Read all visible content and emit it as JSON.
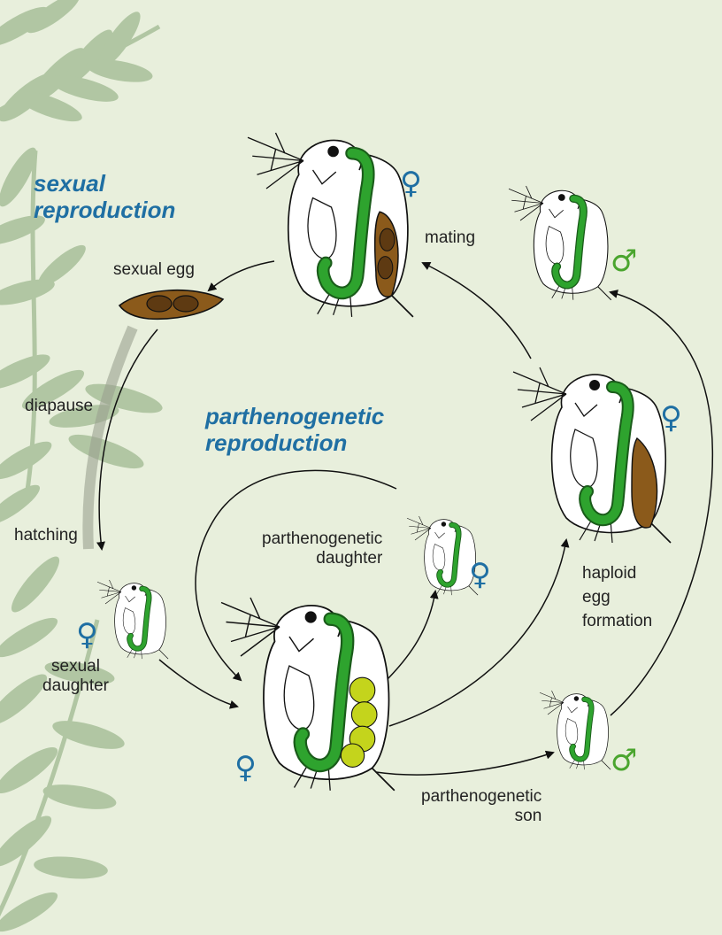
{
  "colors": {
    "background": "#e8efdc",
    "fern": "#a8c09a",
    "gut": "#2ea32e",
    "gut_outline": "#1a5c1a",
    "sexual_egg": "#7a4f1a",
    "ephippium": "#8b5a1b",
    "parthenogenetic_egg": "#c4d41c",
    "title_blue": "#1f6fa3",
    "female_symbol": "#1f6fa3",
    "male_symbol": "#4aa52e",
    "label": "#222222"
  },
  "titles": {
    "sexual": "sexual\nreproduction",
    "parthenogenetic": "parthenogenetic\nreproduction"
  },
  "labels": {
    "sexual_egg": "sexual egg",
    "mating": "mating",
    "diapause": "diapause",
    "hatching": "hatching",
    "sexual_daughter": "sexual\ndaughter",
    "parthenogenetic_daughter": "parthenogenetic\ndaughter",
    "haploid_egg_formation": "haploid\negg\nformation",
    "parthenogenetic_son": "parthenogenetic\nson"
  },
  "symbols": {
    "female": "♀",
    "male": "♂"
  },
  "organisms": [
    {
      "name": "adult-female-with-ephippium",
      "sex": "female",
      "egg_type": "sexual"
    },
    {
      "name": "adult-male",
      "sex": "male"
    },
    {
      "name": "female-haploid-egg",
      "sex": "female",
      "egg_type": "haploid"
    },
    {
      "name": "sexual-daughter",
      "sex": "female"
    },
    {
      "name": "central-parthenogenetic-female",
      "sex": "female",
      "egg_type": "parthenogenetic"
    },
    {
      "name": "parthenogenetic-daughter",
      "sex": "female"
    },
    {
      "name": "parthenogenetic-son",
      "sex": "male"
    }
  ]
}
